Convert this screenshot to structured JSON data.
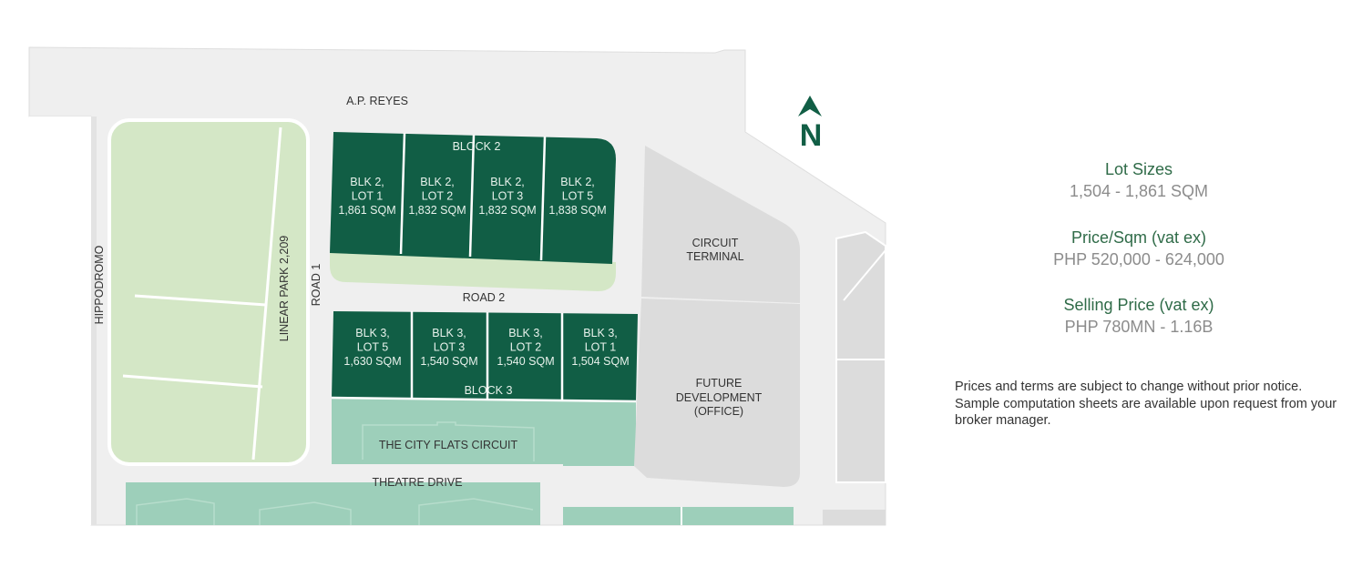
{
  "map": {
    "roads": {
      "ap_reyes": "A.P. REYES",
      "hippodromo": "HIPPODROMO",
      "road1": "ROAD 1",
      "road2": "ROAD 2",
      "theatre_drive": "THEATRE DRIVE"
    },
    "areas": {
      "linear_park": "LINEAR PARK 2,209",
      "circuit_terminal": [
        "CIRCUIT",
        "TERMINAL"
      ],
      "future_development": [
        "FUTURE",
        "DEVELOPMENT",
        "(OFFICE)"
      ],
      "city_flats": "THE CITY FLATS CIRCUIT"
    },
    "block2": {
      "label": "BLOCK 2",
      "lots": [
        {
          "line1": "BLK 2,",
          "line2": "LOT 1",
          "area": "1,861 SQM"
        },
        {
          "line1": "BLK 2,",
          "line2": "LOT 2",
          "area": "1,832 SQM"
        },
        {
          "line1": "BLK 2,",
          "line2": "LOT 3",
          "area": "1,832 SQM"
        },
        {
          "line1": "BLK 2,",
          "line2": "LOT 5",
          "area": "1,838 SQM"
        }
      ]
    },
    "block3": {
      "label": "BLOCK 3",
      "lots": [
        {
          "line1": "BLK 3,",
          "line2": "LOT 5",
          "area": "1,630 SQM"
        },
        {
          "line1": "BLK 3,",
          "line2": "LOT 3",
          "area": "1,540 SQM"
        },
        {
          "line1": "BLK 3,",
          "line2": "LOT 2",
          "area": "1,540 SQM"
        },
        {
          "line1": "BLK 3,",
          "line2": "LOT 1",
          "area": "1,504 SQM"
        }
      ]
    },
    "north_label": "N",
    "colors": {
      "lot": "#115e45",
      "park": "#d4e7c6",
      "mint": "#9dcfba",
      "building": "#dcdcdc",
      "road": "#efefef"
    }
  },
  "info": {
    "lot_sizes_label": "Lot Sizes",
    "lot_sizes_value": "1,504 - 1,861 SQM",
    "price_sqm_label": "Price/Sqm (vat ex)",
    "price_sqm_value": "PHP 520,000 - 624,000",
    "selling_price_label": "Selling Price (vat ex)",
    "selling_price_value": "PHP 780MN - 1.16B",
    "disclaimer": "Prices and terms are subject to change without prior notice. Sample computation sheets are available upon request from your broker manager."
  }
}
